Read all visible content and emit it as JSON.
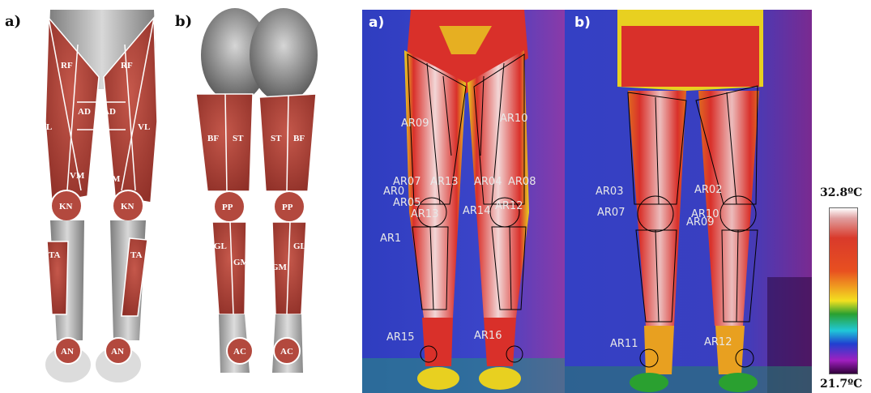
{
  "panels": {
    "anatomy_front_letter": "a)",
    "anatomy_back_letter": "b)",
    "thermo_front_letter": "a)",
    "thermo_back_letter": "b)"
  },
  "anatomy_front_labels": {
    "rf_left": "RF",
    "rf_right": "RF",
    "ad_left": "AD",
    "ad_right": "AD",
    "vl_left": "VL",
    "vl_right": "VL",
    "vm_left": "VM",
    "vm_right": "VM",
    "kn_left": "KN",
    "kn_right": "KN",
    "ta_left": "TA",
    "ta_right": "TA",
    "an_left": "AN",
    "an_right": "AN"
  },
  "anatomy_back_labels": {
    "bf_left": "BF",
    "st_left": "ST",
    "st_right": "ST",
    "bf_right": "BF",
    "pp_left": "PP",
    "pp_right": "PP",
    "gl_left": "GL",
    "gm_left": "GM",
    "gm_right": "GM",
    "gl_right": "GL",
    "ac_left": "AC",
    "ac_right": "AC"
  },
  "thermo_front_labels": {
    "ar09": "AR09",
    "ar10": "AR10",
    "ar07": "AR07",
    "ar13_top": "AR13",
    "ar04": "AR04",
    "ar08": "AR08",
    "ar0_left": "AR0",
    "ar05": "AR05",
    "ar13": "AR13",
    "ar14": "AR14",
    "ar12": "AR12",
    "ar1": "AR1",
    "ar15": "AR15",
    "ar16": "AR16"
  },
  "thermo_back_labels": {
    "ar03": "AR03",
    "ar02": "AR02",
    "ar07": "AR07",
    "ar10": "AR10",
    "ar09": "AR09",
    "ar11": "AR11",
    "ar12": "AR12"
  },
  "color_scale": {
    "max_label": "32.8ºC",
    "min_label": "21.7ºC",
    "stops": [
      "#ffffff",
      "#d93a2b",
      "#e8501f",
      "#f0a020",
      "#f2e020",
      "#2aa030",
      "#20c8d8",
      "#2040d0",
      "#a020c0",
      "#30003a"
    ]
  },
  "colors": {
    "muscle": "#b0443a",
    "muscle_dark": "#8e2f27",
    "thermo_background": "#3a3ac8",
    "thermo_warm": "#d9302a",
    "thermo_hot": "#f3dcdc"
  }
}
